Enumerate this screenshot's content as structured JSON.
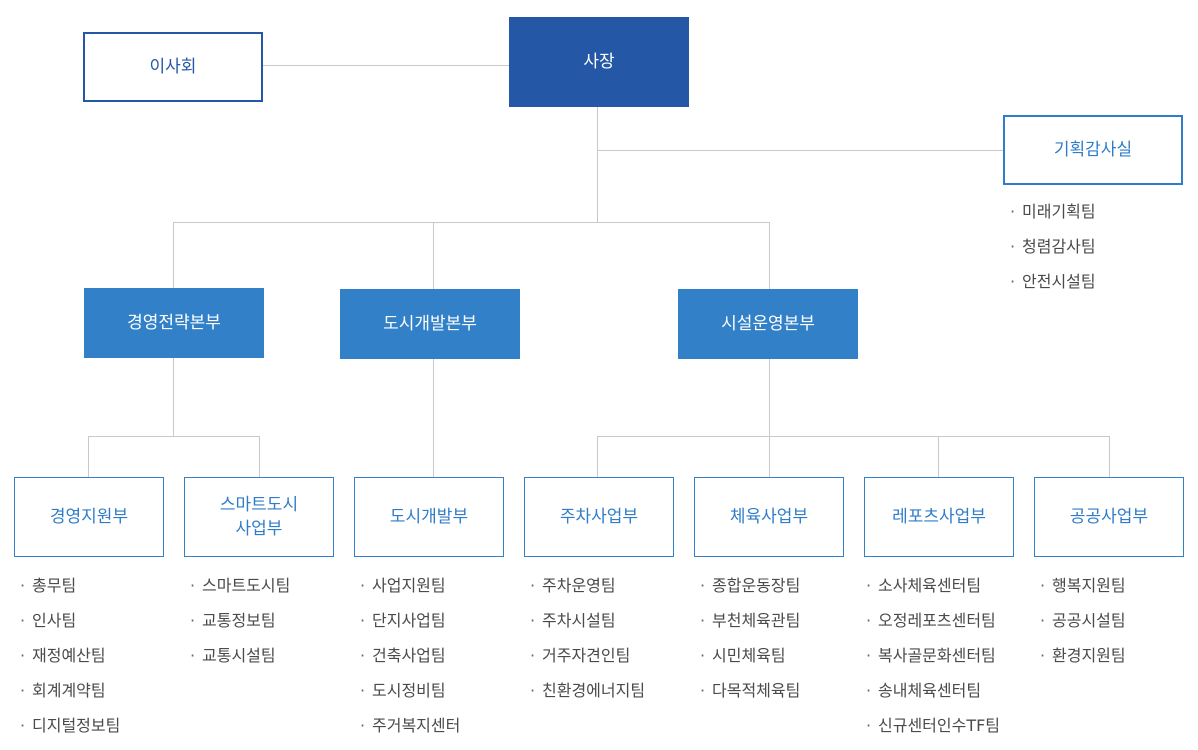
{
  "ceo": "사장",
  "board": "이사회",
  "audit_office": {
    "name": "기획감사실",
    "teams": [
      "미래기획팀",
      "청렴감사팀",
      "안전시설팀"
    ]
  },
  "headquarters": [
    {
      "name": "경영전략본부"
    },
    {
      "name": "도시개발본부"
    },
    {
      "name": "시설운영본부"
    }
  ],
  "departments": [
    {
      "name": "경영지원부",
      "teams": [
        "총무팀",
        "인사팀",
        "재정예산팀",
        "회계계약팀",
        "디지털정보팀"
      ]
    },
    {
      "name": "스마트도시\n사업부",
      "teams": [
        "스마트도시팀",
        "교통정보팀",
        "교통시설팀"
      ]
    },
    {
      "name": "도시개발부",
      "teams": [
        "사업지원팀",
        "단지사업팀",
        "건축사업팀",
        "도시정비팀",
        "주거복지센터"
      ]
    },
    {
      "name": "주차사업부",
      "teams": [
        "주차운영팀",
        "주차시설팀",
        "거주자견인팀",
        "친환경에너지팀"
      ]
    },
    {
      "name": "체육사업부",
      "teams": [
        "종합운동장팀",
        "부천체육관팀",
        "시민체육팀",
        "다목적체육팀"
      ]
    },
    {
      "name": "레포츠사업부",
      "teams": [
        "소사체육센터팀",
        "오정레포츠센터팀",
        "복사골문화센터팀",
        "송내체육센터팀",
        "신규센터인수TF팀"
      ]
    },
    {
      "name": "공공사업부",
      "teams": [
        "행복지원팀",
        "공공시설팀",
        "환경지원팀"
      ]
    }
  ],
  "colors": {
    "ceo_fill": "#2457a6",
    "hq_fill": "#3280c8",
    "dept_border": "#3280c8",
    "connector": "#c9c9c9",
    "team_text": "#4a4a4a"
  }
}
